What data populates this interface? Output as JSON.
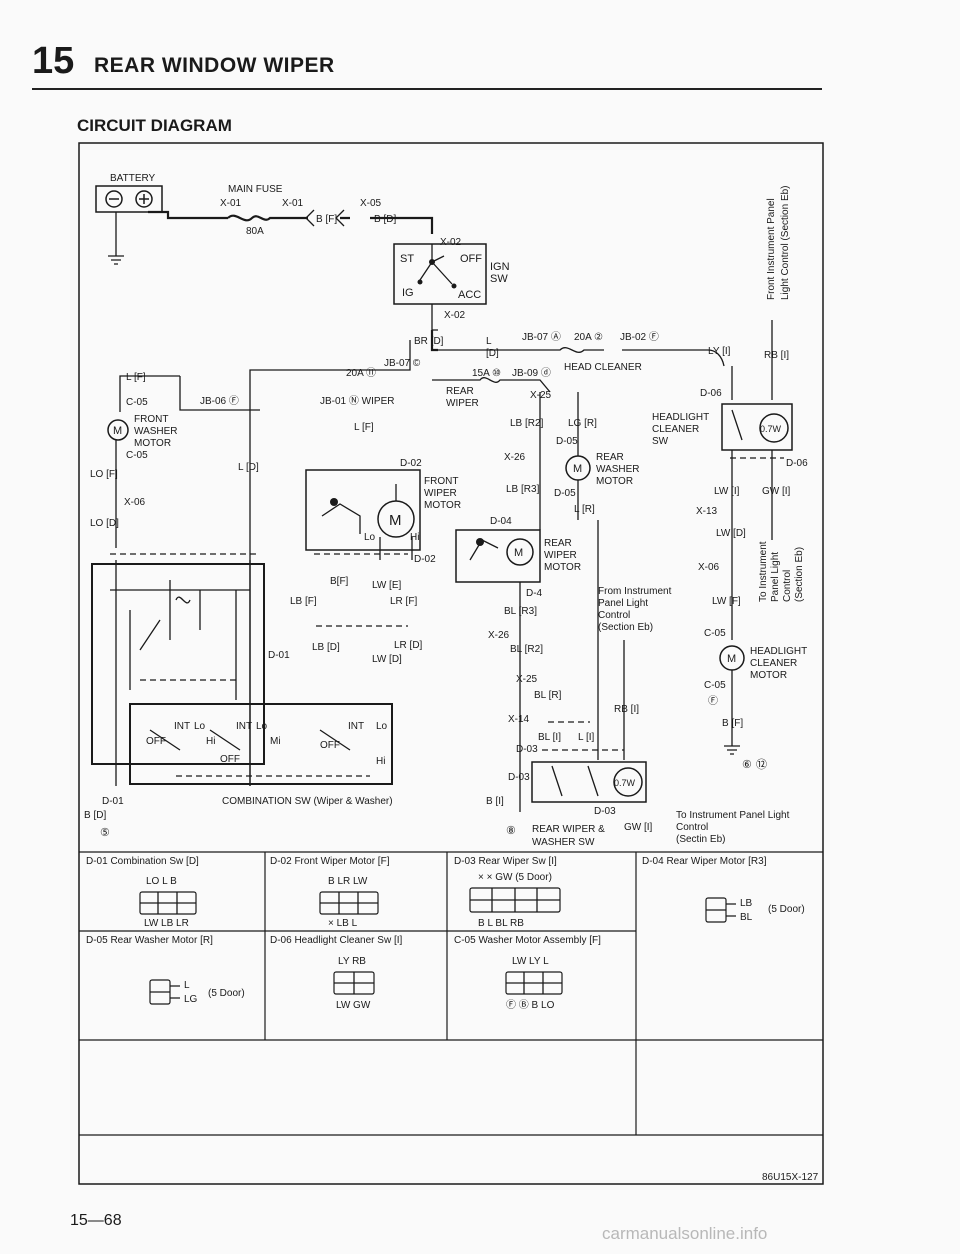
{
  "header": {
    "chapter_number": "15",
    "chapter_title": "REAR WINDOW WIPER",
    "section_title": "CIRCUIT DIAGRAM"
  },
  "diagram": {
    "battery": "BATTERY",
    "main_fuse": "MAIN FUSE",
    "x01a": "X-01",
    "x01b": "X-01",
    "x05": "X-05",
    "fuse_80a": "80A",
    "bf": "B [F]",
    "bd": "B [D]",
    "x02a": "X-02",
    "x02b": "X-02",
    "st": "ST",
    "off": "OFF",
    "ign_sw1": "IGN",
    "ign_sw2": "SW",
    "ig": "IG",
    "acc": "ACC",
    "br_d": "BR [D]",
    "l_top": "L",
    "d_top": "[D]",
    "jb07a": "JB-07 Ⓐ",
    "fuse_20a_2": "20A ②",
    "jb02f": "JB-02 Ⓕ",
    "ly_i": "LY [I]",
    "rb_i_top": "RB [I]",
    "jb07c": "JB-07 ©",
    "fuse_20a_11": "20A ⑪",
    "fuse_15a_10": "15A ⑩",
    "jb09d": "JB-09 ⓓ",
    "head_cleaner": "HEAD CLEANER",
    "lf_left": "L [F]",
    "c05_top": "C-05",
    "front_washer_1": "FRONT",
    "front_washer_2": "WASHER",
    "front_washer_3": "MOTOR",
    "c05_mid": "C-05",
    "lo_f": "LO [F]",
    "x06_left": "X-06",
    "lo_d": "LO [D]",
    "jb06f": "JB-06 Ⓕ",
    "jb01n": "JB-01 Ⓝ WIPER",
    "lf_mid": "L [F]",
    "ld_left": "L [D]",
    "rear_wiper_1": "REAR",
    "rear_wiper_2": "WIPER",
    "x25_top": "X-25",
    "lb_r2": "LB [R2]",
    "lg_r": "LG [R]",
    "d05_top": "D-05",
    "x26_top": "X-26",
    "rear_washer_1": "REAR",
    "rear_washer_2": "WASHER",
    "rear_washer_3": "MOTOR",
    "lb_r3": "LB [R3]",
    "d05_mid": "D-05",
    "l_r": "L [R]",
    "d04_top": "D-04",
    "rwm_1": "REAR",
    "rwm_2": "WIPER",
    "rwm_3": "MOTOR",
    "d4": "D-4",
    "d02_top": "D-02",
    "fwm_1": "FRONT",
    "fwm_2": "WIPER",
    "fwm_3": "MOTOR",
    "lo": "Lo",
    "hi": "Hi",
    "d02_mid": "D-02",
    "b_f_mid": "B[F]",
    "lw_e": "LW [E]",
    "lb_f": "LB [F]",
    "lr_f": "LR [F]",
    "d01_mid": "D-01",
    "lb_d": "LB [D]",
    "lr_d": "LR [D]",
    "lw_d_mid": "LW [D]",
    "bl_r3": "BL [R3]",
    "x26_mid": "X-26",
    "bl_r2": "BL [R2]",
    "x25_mid": "X-25",
    "bl_r": "BL [R]",
    "x14": "X-14",
    "bl_i": "BL [I]",
    "l_i": "L [I]",
    "d03_top": "D-03",
    "d03_mid": "D-03",
    "d03_bottom": "D-03",
    "b_i": "B [I]",
    "rws_1": "REAR WIPER &",
    "rws_2": "WASHER SW",
    "gw_i_bottom": "GW [I]",
    "from_ipl_1": "From Instrument",
    "from_ipl_2": "Panel Light",
    "from_ipl_3": "Control",
    "from_ipl_4": "(Section Eb)",
    "rb_i_mid": "RB [I]",
    "to_ipl_1": "To Instrument Panel Light",
    "to_ipl_2": "Control",
    "to_ipl_3": "(Sectin Eb)",
    "fipl_vert_1": "Front Instrument Panel",
    "fipl_vert_2": "Light Control (Section Eb)",
    "d06_top": "D-06",
    "hcs_1": "HEADLIGHT",
    "hcs_2": "CLEANER",
    "hcs_3": "SW",
    "w07a": "0.7W",
    "w07b": "0.7W",
    "d06_mid": "D-06",
    "lw_i": "LW [I]",
    "gw_i": "GW [I]",
    "x13": "X-13",
    "lw_d_right": "LW [D]",
    "x06_right": "X-06",
    "lw_f": "LW [F]",
    "to_ipl_vert_1": "To Instrument",
    "to_ipl_vert_2": "Panel Light",
    "to_ipl_vert_3": "Control",
    "to_ipl_vert_4": "(Section Eb)",
    "c05_r1": "C-05",
    "hcm_1": "HEADLIGHT",
    "hcm_2": "CLEANER",
    "hcm_3": "MOTOR",
    "c05_r2": "C-05",
    "f_circ": "Ⓕ",
    "b_f_right": "B [F]",
    "d01_bottom": "D-01",
    "b_d_bottom": "B [D]",
    "combo_sw": "COMBINATION SW (Wiper & Washer)",
    "int1": "INT",
    "lo1": "Lo",
    "int2": "INT",
    "lo2": "Lo",
    "int3": "INT",
    "lo3": "Lo",
    "off1": "OFF",
    "hi1": "Hi",
    "mi": "Mi",
    "off2": "OFF",
    "off3": "OFF",
    "hi2": "Hi",
    "bullet5": "⑤",
    "bullet8": "⑧",
    "bullet6": "⑥",
    "bullet12": "⑫"
  },
  "connectors": [
    {
      "title": "D-01 Combination Sw [D]",
      "top": "LO  L  B",
      "bottom": "LW  LB  LR"
    },
    {
      "title": "D-02 Front Wiper Motor [F]",
      "top": "B  LR  LW",
      "bottom": "×  LB  L"
    },
    {
      "title": "D-03 Rear Wiper Sw [I]",
      "top": "×     ×  GW   (5 Door)",
      "bottom": "B   L   BL   RB"
    },
    {
      "title": "D-04 Rear Wiper Motor [R3]",
      "top": "LB",
      "bottom": "BL",
      "note": "(5 Door)"
    },
    {
      "title": "D-05 Rear Washer Motor [R]",
      "top": "L",
      "bottom": "LG",
      "note": "(5 Door)"
    },
    {
      "title": "D-06 Headlight Cleaner Sw [I]",
      "top": "LY  RB",
      "bottom": "LW  GW"
    },
    {
      "title": "C-05 Washer Motor Assembly [F]",
      "top": "LW  LY  L",
      "bottom": "Ⓕ   Ⓑ B  LO"
    }
  ],
  "footer": {
    "drawing_code": "86U15X-127",
    "page_number": "15—68",
    "watermark": "carmanualsonline.info"
  }
}
